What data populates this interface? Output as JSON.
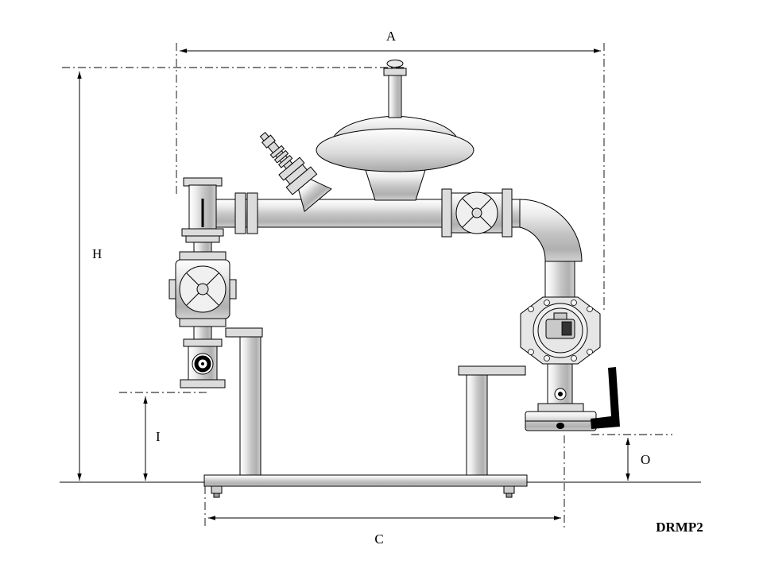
{
  "drawing": {
    "model_label": "DRMP2",
    "dimension_labels": {
      "overall_width": "A",
      "overall_height": "H",
      "inlet_height": "I",
      "base_width": "C",
      "outlet_height": "O"
    },
    "colors": {
      "line": "#000000",
      "background": "#ffffff",
      "metal_light": "#ffffff",
      "metal_mid": "#c4c4c4",
      "metal_dark": "#a8a8a8",
      "handle": "#000000"
    }
  }
}
